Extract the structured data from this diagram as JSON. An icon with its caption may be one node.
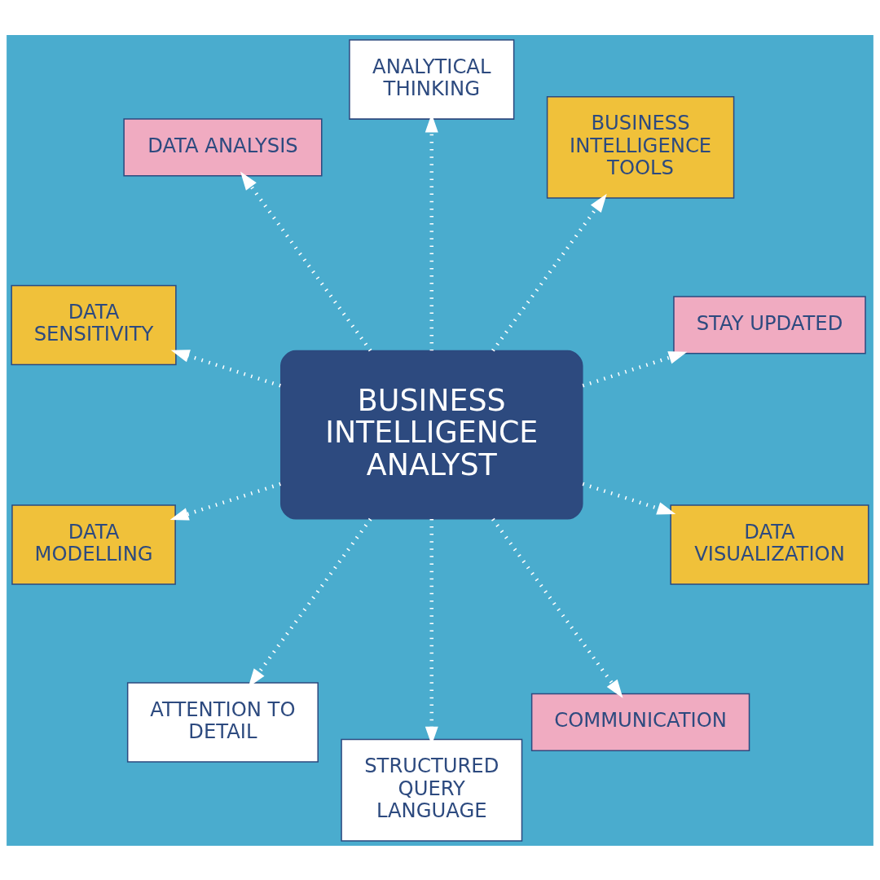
{
  "diagram": {
    "nodes": [
      {
        "text": [
          "BUSINESS INTELLIGENCE ANALYST"
        ]
      },
      {
        "text": [
          "STAY UPDATED"
        ]
      },
      {
        "text": [
          "BUSINESS INTELLIGENCE TOOLS"
        ]
      },
      {
        "text": [
          "ANALYTICAL THINKING"
        ]
      },
      {
        "text": [
          "DATA ANALYSIS"
        ]
      },
      {
        "text": [
          "DATA SENSITIVITY"
        ]
      },
      {
        "text": [
          "DATA MODELLING"
        ]
      },
      {
        "text": [
          "ATTENTION TO DETAIL"
        ]
      },
      {
        "text": [
          "STRUCTURED QUERY LANGUAGE"
        ]
      },
      {
        "text": [
          "COMMUNICATION"
        ]
      },
      {
        "text": [
          "DATA VISUALIZATION"
        ]
      }
    ],
    "edges": [
      {
        "from": 0,
        "to": 1,
        "arrow": "to",
        "style": "dashed"
      },
      {
        "from": 0,
        "to": 2,
        "arrow": "to",
        "style": "dashed"
      },
      {
        "from": 0,
        "to": 3,
        "arrow": "to",
        "style": "dashed"
      },
      {
        "from": 0,
        "to": 4,
        "arrow": "to",
        "style": "dashed"
      },
      {
        "from": 0,
        "to": 5,
        "arrow": "to",
        "style": "dashed"
      },
      {
        "from": 0,
        "to": 6,
        "arrow": "to",
        "style": "dashed"
      },
      {
        "from": 0,
        "to": 7,
        "arrow": "to",
        "style": "dashed"
      },
      {
        "from": 0,
        "to": 8,
        "arrow": "to",
        "style": "dashed"
      },
      {
        "from": 0,
        "to": 9,
        "arrow": "to",
        "style": "dashed"
      },
      {
        "from": 0,
        "to": 10,
        "arrow": "to",
        "style": "dashed"
      }
    ]
  }
}
